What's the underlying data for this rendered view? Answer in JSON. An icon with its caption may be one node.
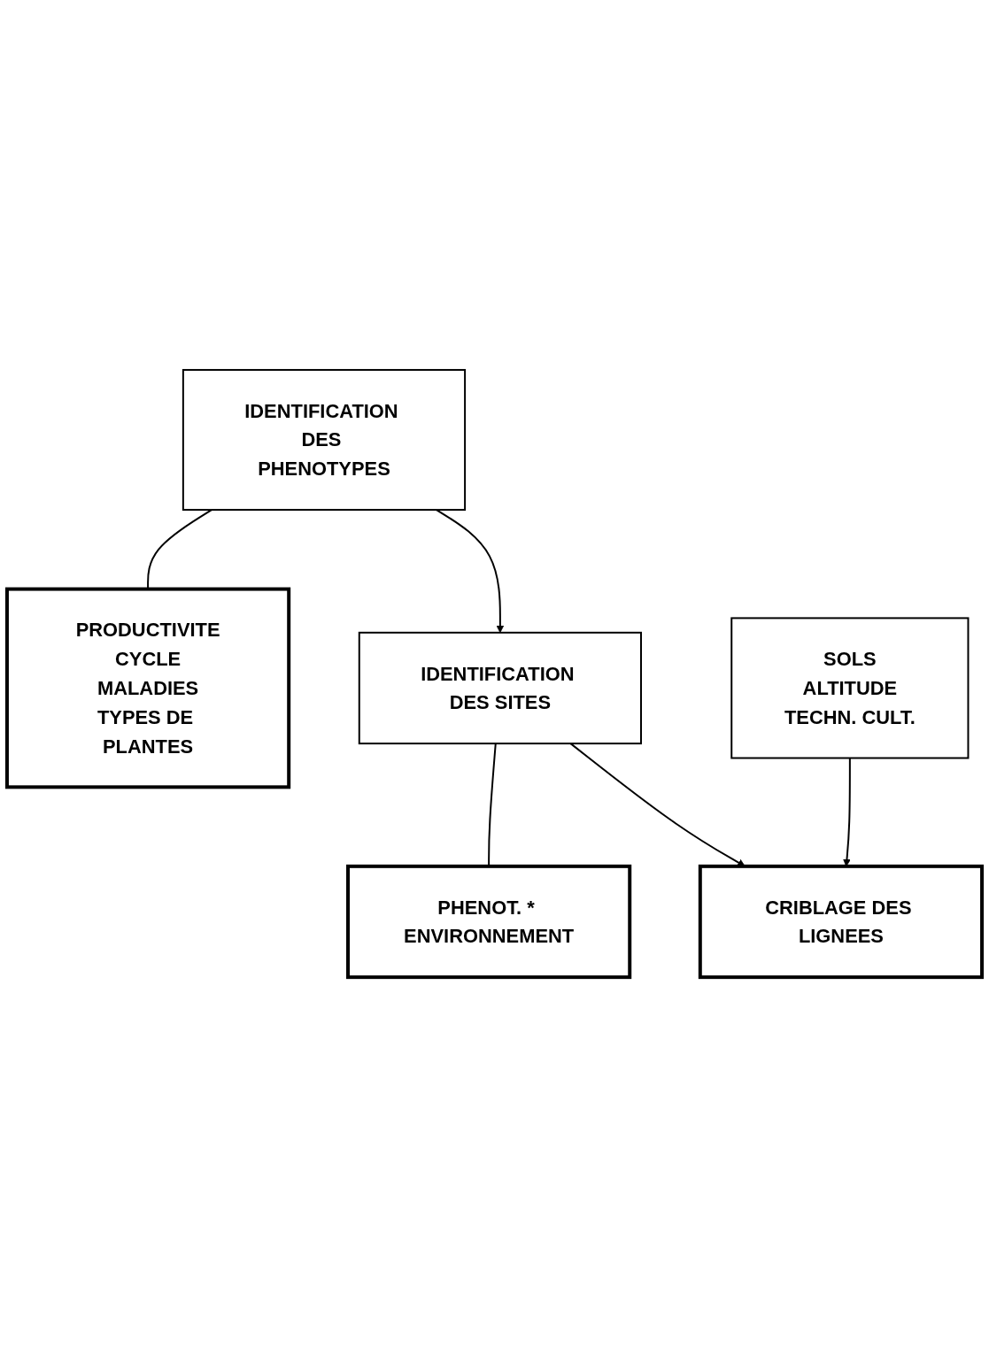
{
  "diagram": {
    "nodes": [
      {
        "text": [
          "IDENTIFICATION DES PHENOTYPES"
        ]
      },
      {
        "text": [
          "PRODUCTIVITE",
          "CYCLE",
          "MALADIES",
          "TYPES DE PLANTES"
        ]
      },
      {
        "text": [
          "IDENTIFICATION DES SITES"
        ]
      },
      {
        "text": [
          "PHENOT. * ENVIRONNEMENT"
        ]
      },
      {
        "text": [
          "SOLS",
          "ALTITUDE",
          "TECHN. CULT."
        ]
      },
      {
        "text": [
          "CRIBLAGE DES LIGNEES"
        ]
      }
    ],
    "edges": [
      {
        "from": 0,
        "to": 1,
        "arrow": "none"
      },
      {
        "from": 0,
        "to": 2,
        "arrow": "to"
      },
      {
        "from": 2,
        "to": 3,
        "arrow": "none"
      },
      {
        "from": 2,
        "to": 5,
        "arrow": "to"
      },
      {
        "from": 4,
        "to": 5,
        "arrow": "to"
      }
    ]
  }
}
